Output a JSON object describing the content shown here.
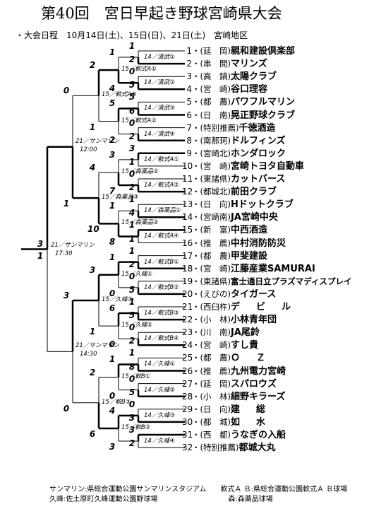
{
  "title": "第40回　宮日早起き野球宮崎県大会",
  "schedule": "・大会日程　10月14日(土)、15日(日)、21日(土)　宮崎地区",
  "teams": [
    {
      "num": "1",
      "area": "・(延　岡)",
      "name": "親和建設倶楽部"
    },
    {
      "num": "2",
      "area": "・(串　間)",
      "name": "マリンズ"
    },
    {
      "num": "3",
      "area": "・(高　鍋)",
      "name": "太陽クラブ"
    },
    {
      "num": "4",
      "area": "・(宮　崎)",
      "name": "谷口理容"
    },
    {
      "num": "5",
      "area": "・(都　農)",
      "name": "パワフルマリン"
    },
    {
      "num": "6",
      "area": "・(日　南)",
      "name": "晃正野球クラブ"
    },
    {
      "num": "7",
      "area": "・(特別推薦)",
      "name": "千徳酒造"
    },
    {
      "num": "8",
      "area": "・(南那珂)",
      "name": "ドルフィンズ"
    },
    {
      "num": "9",
      "area": "・(宮崎北)",
      "name": "ホンダロック"
    },
    {
      "num": "10",
      "area": "・(宮　崎)",
      "name": "宮崎トヨタ自動車"
    },
    {
      "num": "11",
      "area": "・(東諸県)",
      "name": "カットバース"
    },
    {
      "num": "12",
      "area": "・(都城北)",
      "name": "前田クラブ"
    },
    {
      "num": "13",
      "area": "・(日　向)",
      "name": "Hドットクラブ"
    },
    {
      "num": "14",
      "area": "・(宮崎南)",
      "name": "JA宮崎中央"
    },
    {
      "num": "15",
      "area": "・(新　富)",
      "name": "中西酒造"
    },
    {
      "num": "16",
      "area": "・(推　薦)",
      "name": "中村消防防災"
    },
    {
      "num": "17",
      "area": "・(都　農)",
      "name": "甲斐建設"
    },
    {
      "num": "18",
      "area": "・(宮　崎)",
      "name": "江藤産業SAMURAI"
    },
    {
      "num": "19",
      "area": "・(東諸県)",
      "name": "富士通日立プラズマディスプレイ"
    },
    {
      "num": "20",
      "area": "・(えびの)",
      "name": "タイガース"
    },
    {
      "num": "21",
      "area": "・(西臼杵)",
      "name": "デ　ビ　ル"
    },
    {
      "num": "22",
      "area": "・(小　林)",
      "name": "小林青年団"
    },
    {
      "num": "23",
      "area": "・(川　南)",
      "name": "JA尾鈴"
    },
    {
      "num": "24",
      "area": "・(宮　崎)",
      "name": "すし貴"
    },
    {
      "num": "25",
      "area": "・(都　農)",
      "name": "Ｏ　Ｚ"
    },
    {
      "num": "26",
      "area": "・(推　薦)",
      "name": "九州電力宮崎"
    },
    {
      "num": "27",
      "area": "・(延　岡)",
      "name": "スパロウズ"
    },
    {
      "num": "28",
      "area": "・(小　林)",
      "name": "細野キラーズ"
    },
    {
      "num": "29",
      "area": "・(日　向)",
      "name": "建　総"
    },
    {
      "num": "30",
      "area": "・(都　城)",
      "name": "如　水"
    },
    {
      "num": "31",
      "area": "・(西　都)",
      "name": "うなぎの入船"
    },
    {
      "num": "32",
      "area": "・(特別推薦)",
      "name": "都城大丸"
    }
  ],
  "first_round_venues": [
    "14／清武①",
    "14／清武②",
    "14／清武③",
    "14／清武④",
    "14／軟式A①",
    "14／軟式A②",
    "14／森薬品①",
    "14／軟式A④",
    "14／軟式B①",
    "14／軟式B②",
    "14／軟式B③",
    "14／軟式B④",
    "14／久峰①",
    "14／久峰②",
    "14／久峰③",
    "14／久峰④"
  ],
  "second_round_venues": [
    "15／軟式A①",
    "15／軟式A②",
    "15／森薬品②",
    "15／森薬品②",
    "15／久峰①",
    "15／久峰②",
    "15／軟B①",
    "15／軟B②"
  ],
  "quarter_venues": [
    "15／軟式A③",
    "15／森薬品③",
    "15／久峰③",
    "15／軟B③"
  ],
  "semi_venues": [
    {
      "line1": "21／サンマリン",
      "line2": "12:00"
    },
    {
      "line1": "21／サンマリン",
      "line2": "14:30"
    }
  ],
  "final_venue": {
    "line1": "21／サンマリン",
    "line2": "17:30"
  },
  "scores": {
    "r1": [
      [
        "1",
        "2"
      ],
      [
        "0",
        "5"
      ],
      [
        "5",
        "6"
      ],
      [
        "0",
        "2"
      ],
      [
        "3",
        "1"
      ],
      [
        "0",
        "2"
      ],
      [
        "1",
        "4"
      ],
      [
        "1",
        "1"
      ],
      [
        "1",
        "2"
      ],
      [
        "0",
        "5"
      ],
      [
        "1",
        "5"
      ],
      [
        "0",
        "2"
      ],
      [
        "1",
        "8"
      ],
      [
        "0",
        "5"
      ],
      [
        "0",
        "3"
      ],
      [
        "3",
        "2"
      ]
    ],
    "r2": [
      [
        "1",
        "4"
      ],
      [
        "5",
        "2"
      ],
      [
        "3",
        "7"
      ],
      [
        "1",
        "8"
      ],
      [
        "1",
        "0"
      ],
      [
        "6",
        "0"
      ],
      [
        "1",
        "0"
      ],
      [
        "4",
        "3"
      ]
    ],
    "qf": [
      [
        "2",
        "1"
      ],
      [
        "4",
        "10"
      ],
      [
        "3",
        "1"
      ],
      [
        "2",
        "6"
      ]
    ],
    "sf": [
      [
        "0",
        "1"
      ],
      [
        "3",
        "0"
      ]
    ],
    "f": [
      "3",
      "1"
    ]
  },
  "footer": {
    "line1": "サンマリン:県総合運動公園サンマリンスタジアム　　軟式Ａ Ｂ:県総合運動公園軟式Ａ Ｂ球場",
    "line2": "久峰:佐土原町久峰運動公園野球場　　　　　　　　　　森:森薬品球場"
  }
}
